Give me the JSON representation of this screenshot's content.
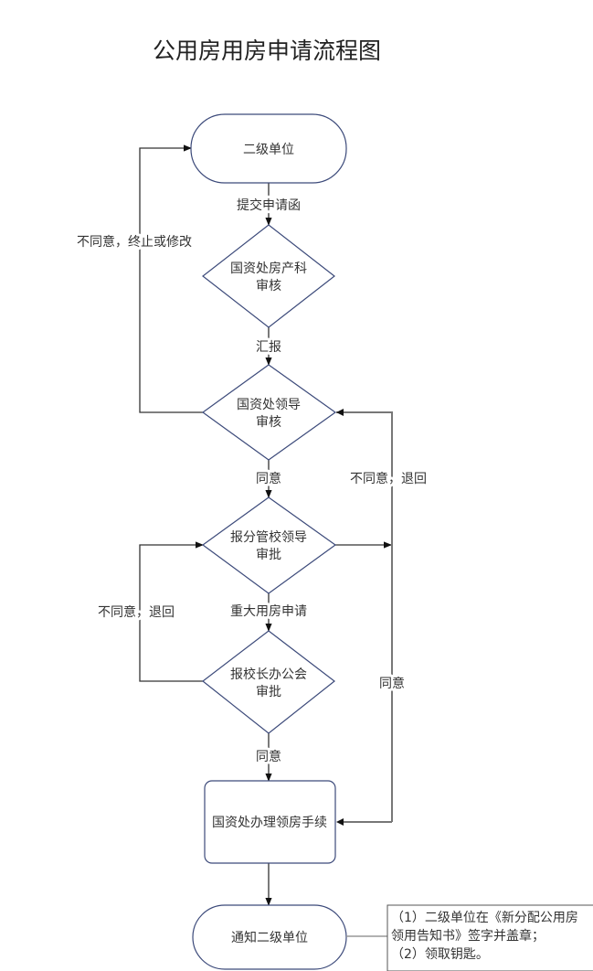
{
  "title": "公用房用房申请流程图",
  "nodes": {
    "start": "二级单位",
    "review1": [
      "国资处房产科",
      "审核"
    ],
    "review2": [
      "国资处领导",
      "审核"
    ],
    "approve1": [
      "报分管校领导",
      "审批"
    ],
    "approve2": [
      "报校长办公会",
      "审批"
    ],
    "process": "国资处办理领房手续",
    "end": "通知二级单位"
  },
  "edge_labels": {
    "submit": "提交申请函",
    "report": "汇报",
    "agree1": "同意",
    "major": "重大用房申请",
    "agree2": "同意",
    "reject_stop": "不同意，终止或修改",
    "reject_back1": "不同意，退回",
    "reject_back2": "不同意，退回",
    "agree_right": "同意"
  },
  "note": [
    "（1）二级单位在《新分配公用房",
    "领用告知书》签字并盖章；",
    "（2）领取钥匙。"
  ],
  "colors": {
    "shape_stroke": "#3c4a7a",
    "connector": "#333333",
    "connector_gray": "#777777"
  }
}
